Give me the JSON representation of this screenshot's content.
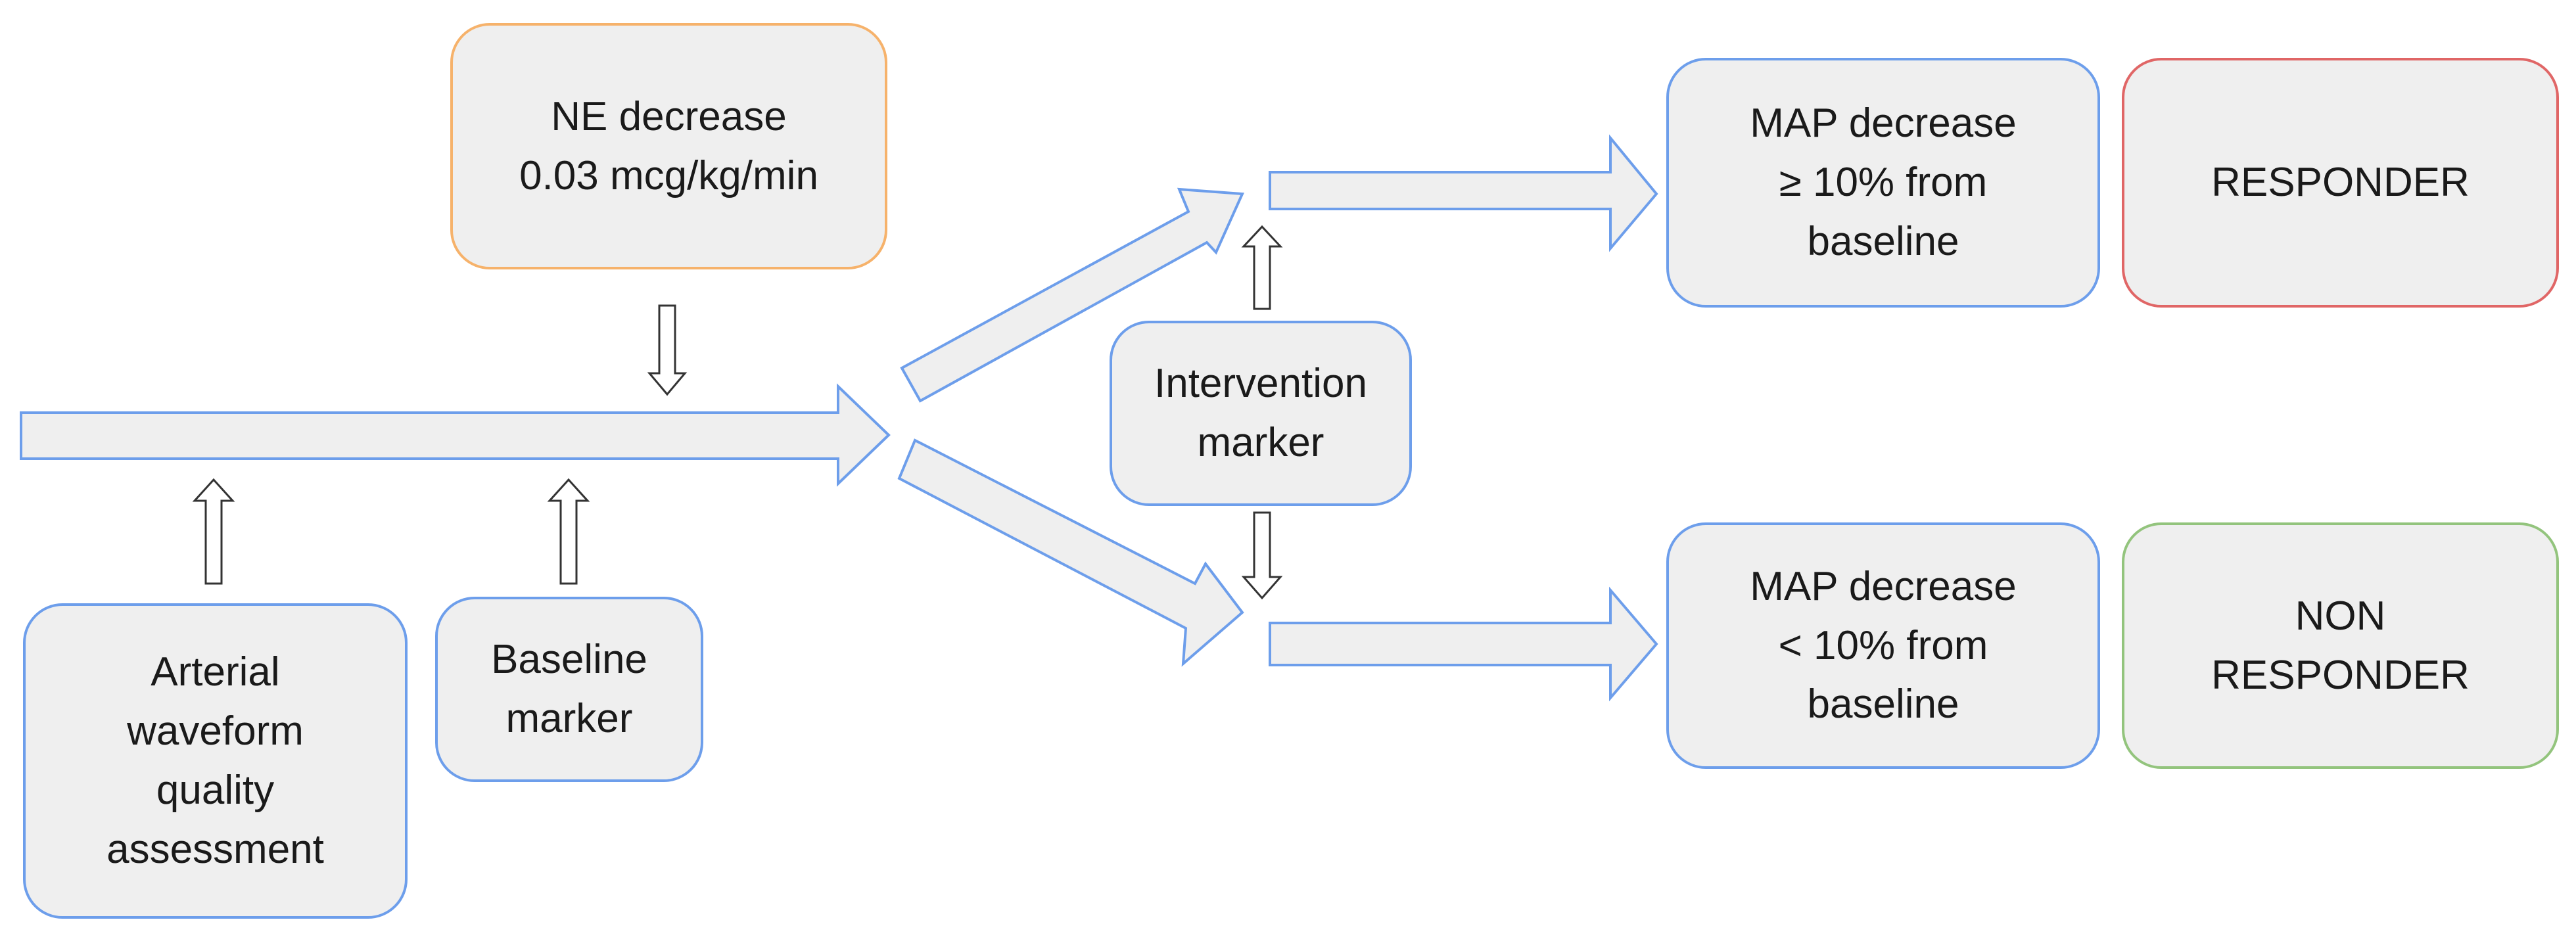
{
  "nodes": {
    "ne_decrease": "NE decrease\n0.03 mcg/kg/min",
    "arterial_waveform": "Arterial\nwaveform\nquality\nassessment",
    "baseline_marker": "Baseline\nmarker",
    "intervention_marker": "Intervention\nmarker",
    "map_decrease_ge": "MAP decrease\n≥ 10% from\nbaseline",
    "map_decrease_lt": "MAP decrease\n< 10% from\nbaseline",
    "responder": "RESPONDER",
    "non_responder": "NON\nRESPONDER"
  },
  "colors": {
    "box_fill": "#efefef",
    "box_border_blue": "#6d9eeb",
    "box_border_orange": "#f6b26b",
    "box_border_red": "#e06666",
    "box_border_green": "#93c47d",
    "arrow_fill": "#efefef",
    "arrow_stroke": "#6d9eeb",
    "small_arrow_stroke": "#333333"
  }
}
